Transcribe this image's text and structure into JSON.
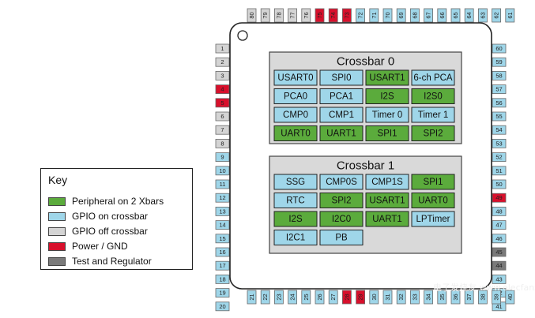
{
  "colors": {
    "green": "#5bab3c",
    "light_blue": "#9fd6e9",
    "gray_light": "#d4d4d4",
    "red": "#d8102c",
    "gray_dark": "#7a7a7a",
    "crossbar_bg": "#d9d9d9",
    "chip_bg": "#ffffff"
  },
  "pins": {
    "top": [
      {
        "n": "80",
        "c": "gray_light"
      },
      {
        "n": "79",
        "c": "gray_light"
      },
      {
        "n": "78",
        "c": "gray_light"
      },
      {
        "n": "77",
        "c": "gray_light"
      },
      {
        "n": "76",
        "c": "gray_light"
      },
      {
        "n": "75",
        "c": "red"
      },
      {
        "n": "74",
        "c": "red"
      },
      {
        "n": "73",
        "c": "red"
      },
      {
        "n": "72",
        "c": "light_blue"
      },
      {
        "n": "71",
        "c": "light_blue"
      },
      {
        "n": "70",
        "c": "light_blue"
      },
      {
        "n": "69",
        "c": "light_blue"
      },
      {
        "n": "68",
        "c": "light_blue"
      },
      {
        "n": "67",
        "c": "light_blue"
      },
      {
        "n": "66",
        "c": "light_blue"
      },
      {
        "n": "65",
        "c": "light_blue"
      },
      {
        "n": "64",
        "c": "light_blue"
      },
      {
        "n": "63",
        "c": "light_blue"
      },
      {
        "n": "62",
        "c": "light_blue"
      },
      {
        "n": "61",
        "c": "light_blue"
      }
    ],
    "left": [
      {
        "n": "1",
        "c": "gray_light"
      },
      {
        "n": "2",
        "c": "gray_light"
      },
      {
        "n": "3",
        "c": "gray_light"
      },
      {
        "n": "4",
        "c": "red"
      },
      {
        "n": "5",
        "c": "red"
      },
      {
        "n": "6",
        "c": "gray_light"
      },
      {
        "n": "7",
        "c": "gray_light"
      },
      {
        "n": "8",
        "c": "gray_light"
      },
      {
        "n": "9",
        "c": "light_blue"
      },
      {
        "n": "10",
        "c": "light_blue"
      },
      {
        "n": "11",
        "c": "light_blue"
      },
      {
        "n": "12",
        "c": "light_blue"
      },
      {
        "n": "13",
        "c": "light_blue"
      },
      {
        "n": "14",
        "c": "light_blue"
      },
      {
        "n": "15",
        "c": "light_blue"
      },
      {
        "n": "16",
        "c": "light_blue"
      },
      {
        "n": "17",
        "c": "light_blue"
      },
      {
        "n": "18",
        "c": "light_blue"
      },
      {
        "n": "19",
        "c": "light_blue"
      },
      {
        "n": "20",
        "c": "light_blue"
      }
    ],
    "right": [
      {
        "n": "60",
        "c": "light_blue"
      },
      {
        "n": "59",
        "c": "light_blue"
      },
      {
        "n": "58",
        "c": "light_blue"
      },
      {
        "n": "57",
        "c": "light_blue"
      },
      {
        "n": "56",
        "c": "light_blue"
      },
      {
        "n": "55",
        "c": "light_blue"
      },
      {
        "n": "54",
        "c": "light_blue"
      },
      {
        "n": "53",
        "c": "light_blue"
      },
      {
        "n": "52",
        "c": "light_blue"
      },
      {
        "n": "51",
        "c": "light_blue"
      },
      {
        "n": "50",
        "c": "light_blue"
      },
      {
        "n": "49",
        "c": "red"
      },
      {
        "n": "48",
        "c": "light_blue"
      },
      {
        "n": "47",
        "c": "light_blue"
      },
      {
        "n": "46",
        "c": "light_blue"
      },
      {
        "n": "45",
        "c": "gray_dark"
      },
      {
        "n": "44",
        "c": "gray_dark"
      },
      {
        "n": "43",
        "c": "light_blue"
      },
      {
        "n": "42",
        "c": "light_blue"
      },
      {
        "n": "41",
        "c": "light_blue"
      }
    ],
    "bottom": [
      {
        "n": "21",
        "c": "light_blue"
      },
      {
        "n": "22",
        "c": "light_blue"
      },
      {
        "n": "23",
        "c": "light_blue"
      },
      {
        "n": "24",
        "c": "light_blue"
      },
      {
        "n": "25",
        "c": "light_blue"
      },
      {
        "n": "26",
        "c": "light_blue"
      },
      {
        "n": "27",
        "c": "light_blue"
      },
      {
        "n": "28",
        "c": "red"
      },
      {
        "n": "29",
        "c": "red"
      },
      {
        "n": "30",
        "c": "light_blue"
      },
      {
        "n": "31",
        "c": "light_blue"
      },
      {
        "n": "32",
        "c": "light_blue"
      },
      {
        "n": "33",
        "c": "light_blue"
      },
      {
        "n": "34",
        "c": "light_blue"
      },
      {
        "n": "35",
        "c": "light_blue"
      },
      {
        "n": "36",
        "c": "light_blue"
      },
      {
        "n": "37",
        "c": "light_blue"
      },
      {
        "n": "38",
        "c": "light_blue"
      },
      {
        "n": "39",
        "c": "light_blue"
      },
      {
        "n": "40",
        "c": "light_blue"
      }
    ]
  },
  "crossbar0": {
    "title": "Crossbar 0",
    "rows": [
      [
        {
          "t": "USART0",
          "c": "light_blue"
        },
        {
          "t": "SPI0",
          "c": "light_blue"
        },
        {
          "t": "USART1",
          "c": "green"
        },
        {
          "t": "6-ch PCA",
          "c": "light_blue"
        }
      ],
      [
        {
          "t": "PCA0",
          "c": "light_blue"
        },
        {
          "t": "PCA1",
          "c": "light_blue"
        },
        {
          "t": "I2S",
          "c": "green"
        },
        {
          "t": "I2S0",
          "c": "green"
        }
      ],
      [
        {
          "t": "CMP0",
          "c": "light_blue"
        },
        {
          "t": "CMP1",
          "c": "light_blue"
        },
        {
          "t": "Timer 0",
          "c": "light_blue"
        },
        {
          "t": "Timer 1",
          "c": "light_blue"
        }
      ],
      [
        {
          "t": "UART0",
          "c": "green"
        },
        {
          "t": "UART1",
          "c": "green"
        },
        {
          "t": "SPI1",
          "c": "green"
        },
        {
          "t": "SPI2",
          "c": "green"
        }
      ]
    ]
  },
  "crossbar1": {
    "title": "Crossbar 1",
    "rows": [
      [
        {
          "t": "SSG",
          "c": "light_blue"
        },
        {
          "t": "CMP0S",
          "c": "light_blue"
        },
        {
          "t": "CMP1S",
          "c": "light_blue"
        },
        {
          "t": "SPI1",
          "c": "green"
        }
      ],
      [
        {
          "t": "RTC",
          "c": "light_blue"
        },
        {
          "t": "SPI2",
          "c": "green"
        },
        {
          "t": "USART1",
          "c": "green"
        },
        {
          "t": "UART0",
          "c": "green"
        }
      ],
      [
        {
          "t": "I2S",
          "c": "green"
        },
        {
          "t": "I2C0",
          "c": "green"
        },
        {
          "t": "UART1",
          "c": "green"
        },
        {
          "t": "LPTimer",
          "c": "light_blue"
        }
      ],
      [
        {
          "t": "I2C1",
          "c": "light_blue"
        },
        {
          "t": "PB",
          "c": "light_blue"
        }
      ]
    ]
  },
  "key": {
    "title": "Key",
    "items": [
      {
        "label": "Peripheral on 2 Xbars",
        "c": "green"
      },
      {
        "label": "GPIO on crossbar",
        "c": "light_blue"
      },
      {
        "label": "GPIO off crossbar",
        "c": "gray_light"
      },
      {
        "label": "Power / GND",
        "c": "red"
      },
      {
        "label": "Test and Regulator",
        "c": "gray_dark"
      }
    ]
  },
  "watermark": "电子发烧友 www.elecfans.com"
}
